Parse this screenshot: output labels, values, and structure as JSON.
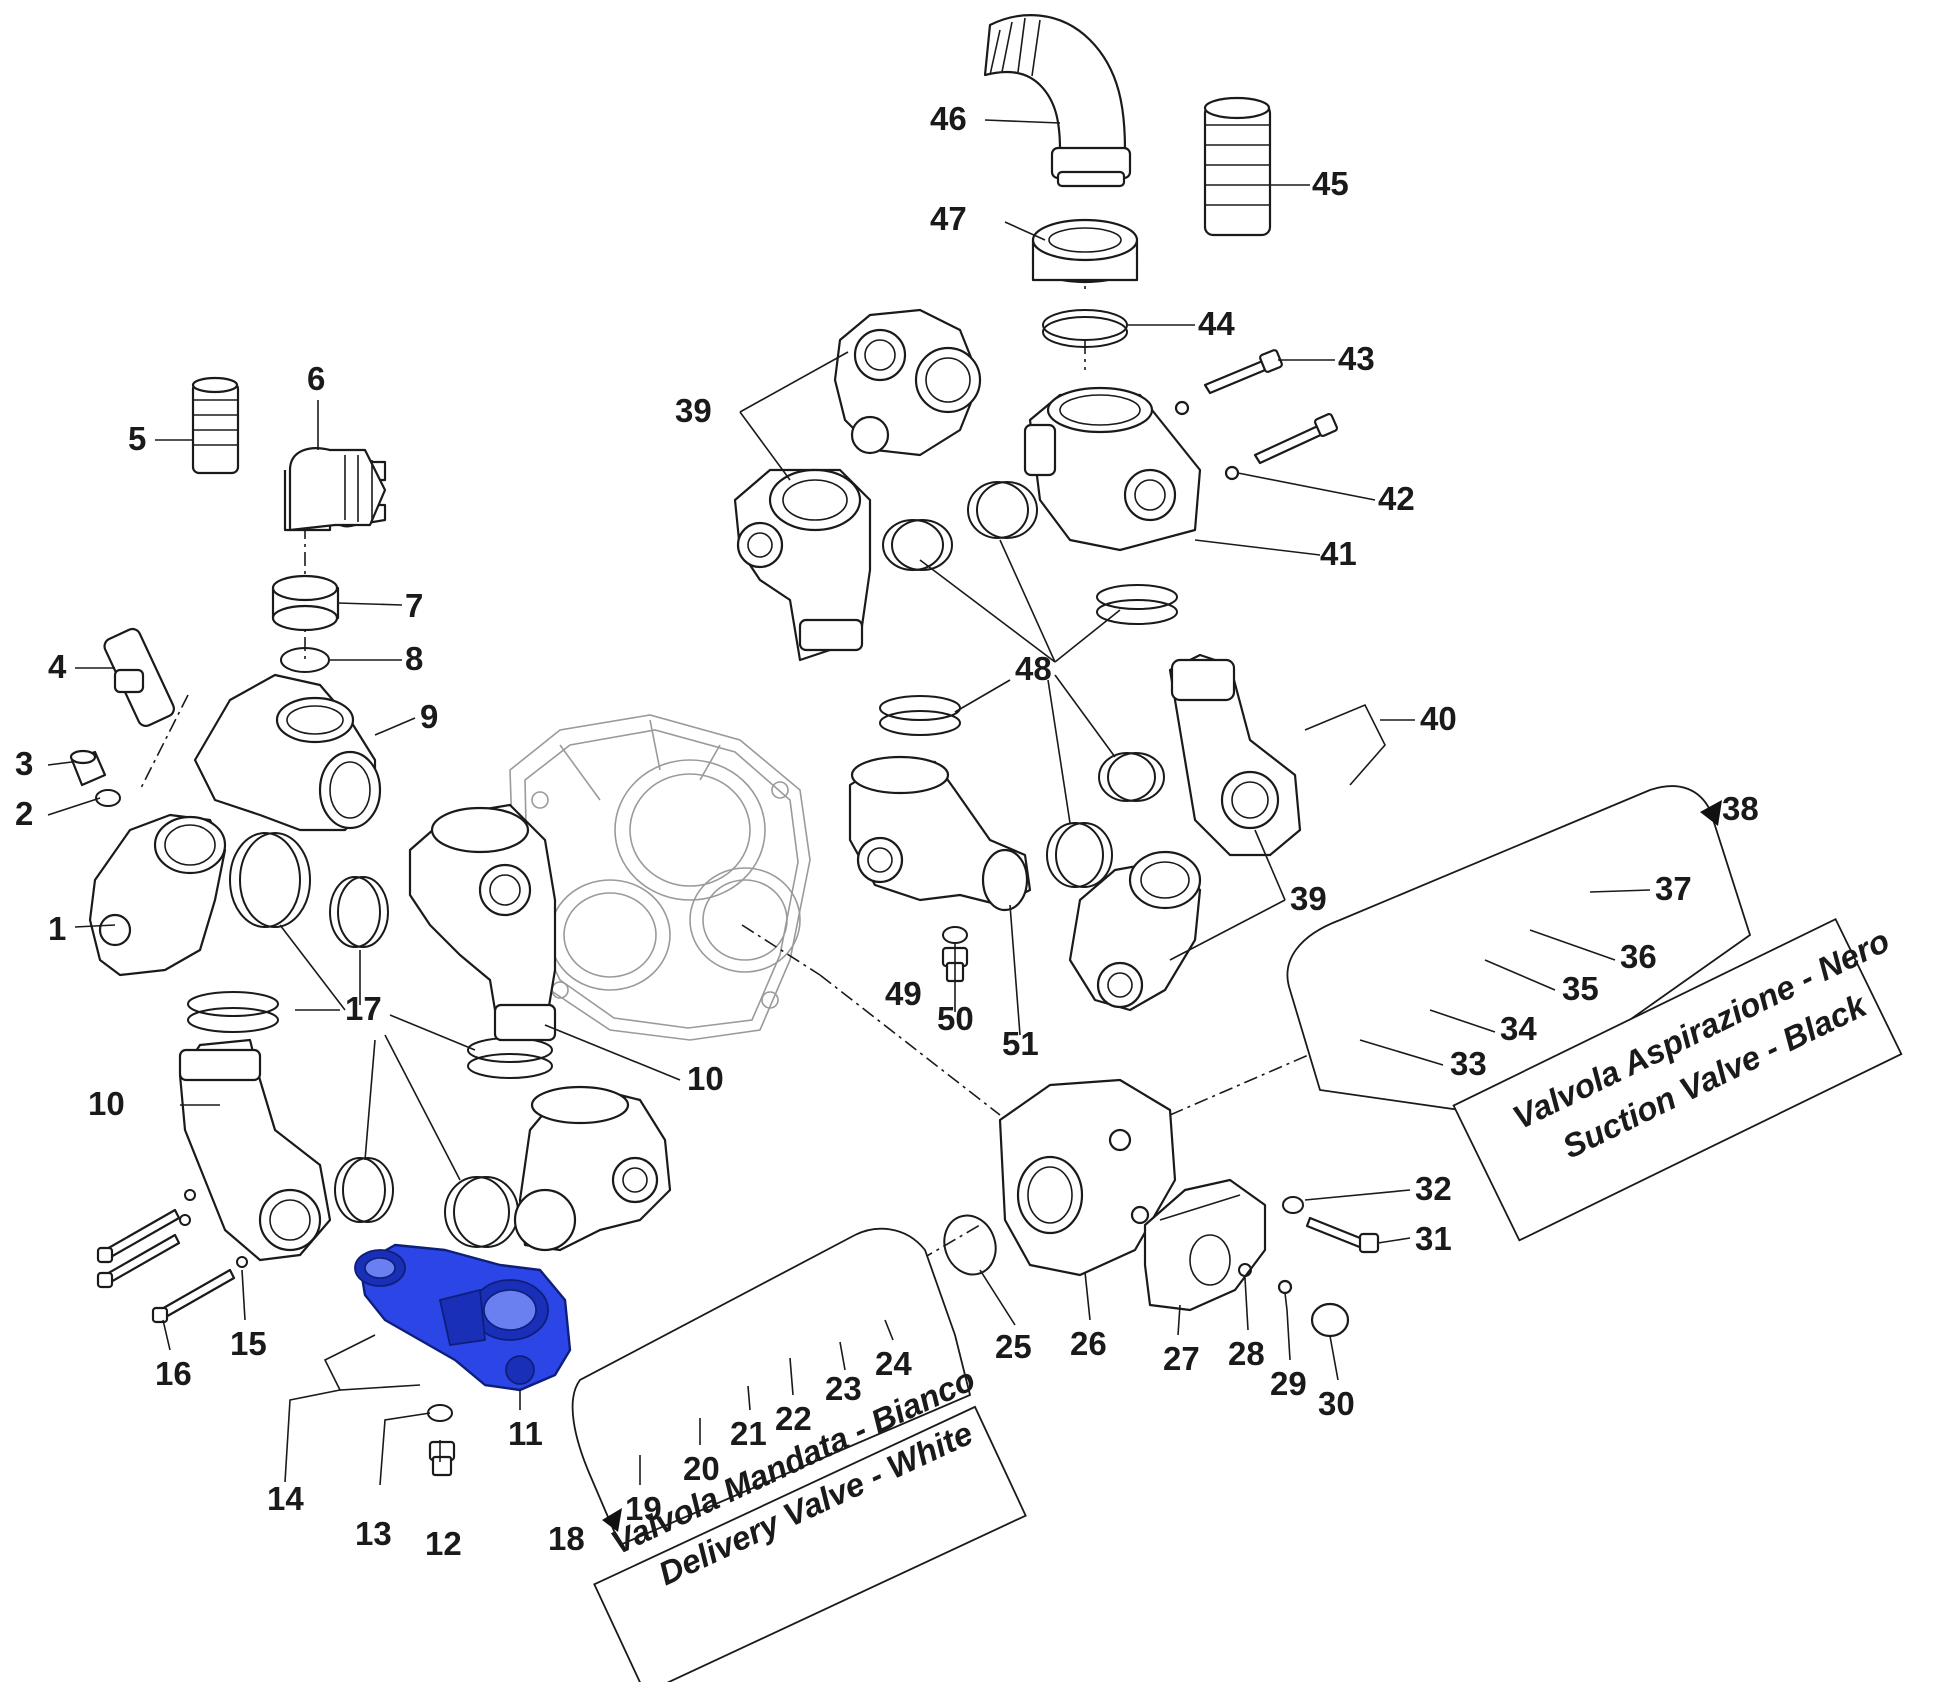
{
  "callouts": [
    "1",
    "2",
    "3",
    "4",
    "5",
    "6",
    "7",
    "8",
    "9",
    "10",
    "10",
    "11",
    "12",
    "13",
    "14",
    "15",
    "16",
    "17",
    "18",
    "19",
    "20",
    "21",
    "22",
    "23",
    "24",
    "25",
    "26",
    "27",
    "28",
    "29",
    "30",
    "31",
    "32",
    "33",
    "34",
    "35",
    "36",
    "37",
    "38",
    "39",
    "39",
    "40",
    "41",
    "42",
    "43",
    "44",
    "45",
    "46",
    "47",
    "48",
    "49",
    "50",
    "51"
  ],
  "delivery_valve": {
    "label_it": "Valvola Mandata - Bianco",
    "label_en": "Delivery Valve - White"
  },
  "suction_valve": {
    "label_it": "Valvola Aspirazione - Nero",
    "label_en": "Suction Valve - Black"
  },
  "colors": {
    "highlight": "#2c45e6",
    "line": "#1a1a1a",
    "ghost": "#9a9a9a",
    "background": "#ffffff"
  },
  "highlighted_part": "11"
}
